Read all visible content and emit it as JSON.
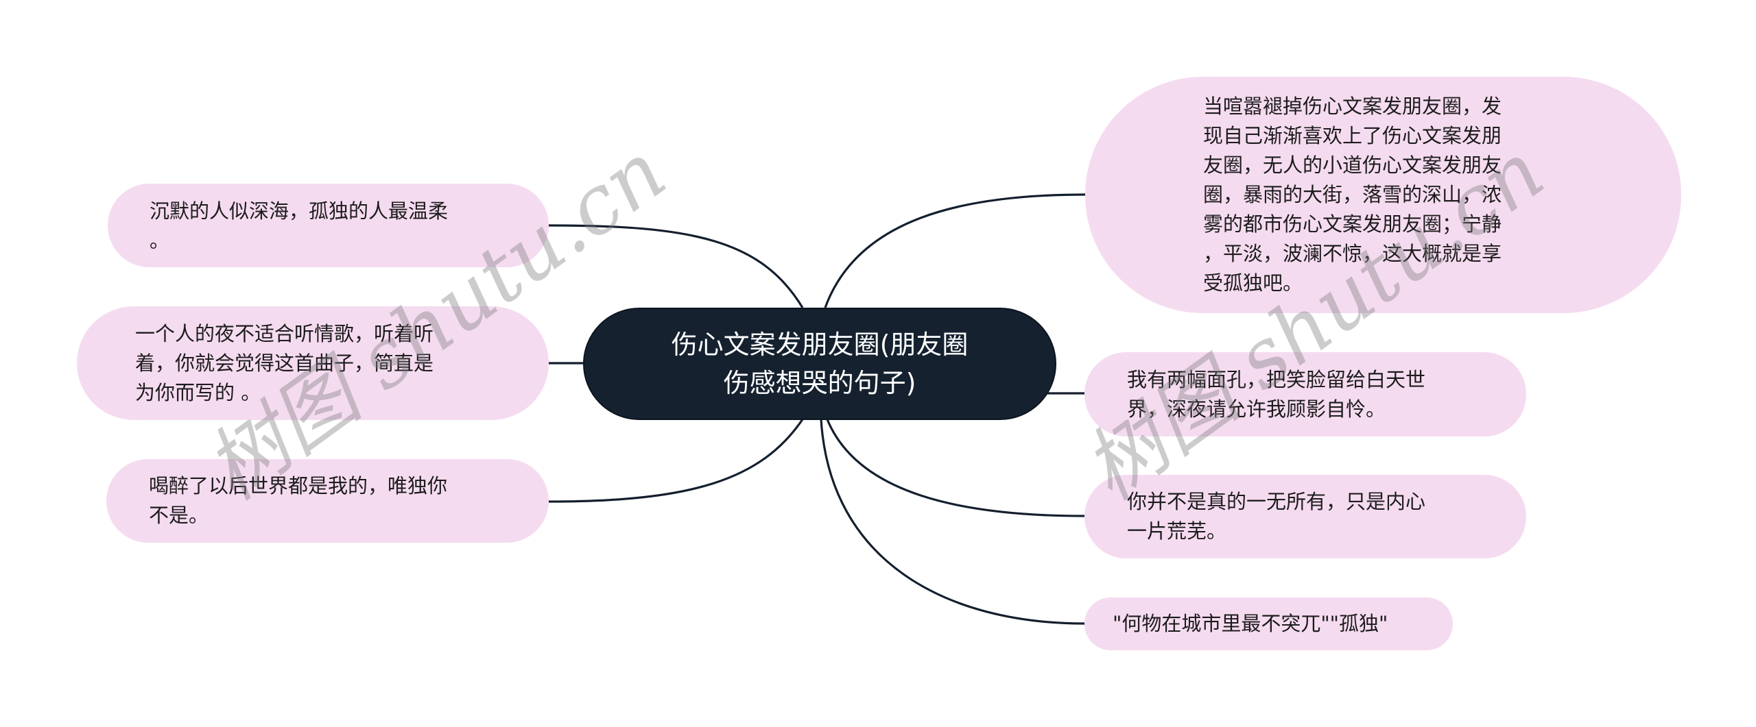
{
  "mindmap": {
    "root": {
      "text": "伤心文案发朋友圈(朋友圈\n伤感想哭的句子)"
    },
    "left_branches": [
      {
        "text": "沉默的人似深海，孤独的人最温柔\n。"
      },
      {
        "text": "一个人的夜不适合听情歌，听着听\n着，你就会觉得这首曲子，简直是\n为你而写的 。"
      },
      {
        "text": "喝醉了以后世界都是我的，唯独你\n不是。"
      }
    ],
    "right_branches": [
      {
        "text": "当喧嚣褪掉伤心文案发朋友圈，发\n现自己渐渐喜欢上了伤心文案发朋\n友圈，无人的小道伤心文案发朋友\n圈，暴雨的大街，落雪的深山，浓\n雾的都市伤心文案发朋友圈；宁静\n，平淡，波澜不惊，这大概就是享\n受孤独吧。"
      },
      {
        "text": "我有两幅面孔，把笑脸留给白天世\n界，深夜请允许我顾影自怜。"
      },
      {
        "text": "你并不是真的一无所有，只是内心\n一片荒芜。"
      },
      {
        "text": "\"何物在城市里最不突兀\"\"孤独\""
      }
    ]
  },
  "watermarks": [
    {
      "text": "树图 shutu.cn"
    },
    {
      "text": "树图 shutu.cn"
    }
  ],
  "colors": {
    "root_fill": "#15212f",
    "root_text": "#ffffff",
    "branch_fill": "#f5dbf0",
    "branch_text": "#1c1c1c",
    "connector": "#141f2d",
    "background": "#ffffff"
  }
}
